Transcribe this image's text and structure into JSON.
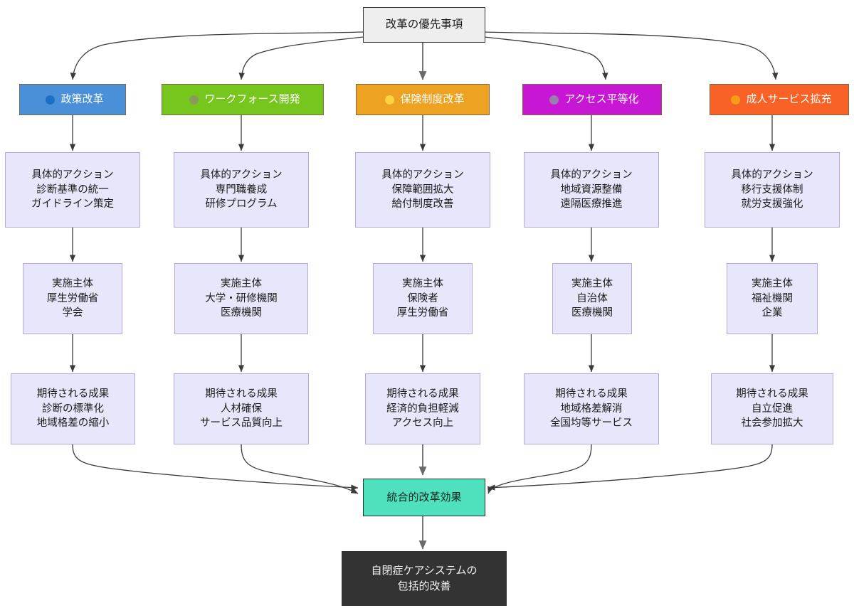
{
  "diagram": {
    "title": "改革の優先事項",
    "root": {
      "label": "改革の優先事項"
    },
    "categories": [
      {
        "id": "policy",
        "label": "政策改革",
        "color": "#4a90d9",
        "bullet_color": "#1b6fc4"
      },
      {
        "id": "workforce",
        "label": "ワークフォース開発",
        "color": "#76c61d",
        "bullet_color": "#8a9a5a"
      },
      {
        "id": "insurance",
        "label": "保険制度改革",
        "color": "#eda222",
        "bullet_color": "#ffd23f"
      },
      {
        "id": "access",
        "label": "アクセス平等化",
        "color": "#c717d4",
        "bullet_color": "#9a7fae"
      },
      {
        "id": "adult",
        "label": "成人サービス拡充",
        "color": "#f96226",
        "bullet_color": "#f99c16"
      }
    ],
    "columns": [
      {
        "action": "具体的アクション\n診断基準の統一\nガイドライン策定",
        "actor": "実施主体\n厚生労働省\n学会",
        "outcome": "期待される成果\n診断の標準化\n地域格差の縮小"
      },
      {
        "action": "具体的アクション\n専門職養成\n研修プログラム",
        "actor": "実施主体\n大学・研修機関\n医療機関",
        "outcome": "期待される成果\n人材確保\nサービス品質向上"
      },
      {
        "action": "具体的アクション\n保障範囲拡大\n給付制度改善",
        "actor": "実施主体\n保険者\n厚生労働省",
        "outcome": "期待される成果\n経済的負担軽減\nアクセス向上"
      },
      {
        "action": "具体的アクション\n地域資源整備\n遠隔医療推進",
        "actor": "実施主体\n自治体\n医療機関",
        "outcome": "期待される成果\n地域格差解消\n全国均等サービス"
      },
      {
        "action": "具体的アクション\n移行支援体制\n就労支援強化",
        "actor": "実施主体\n福祉機関\n企業",
        "outcome": "期待される成果\n自立促進\n社会参加拡大"
      }
    ],
    "summary": {
      "label": "統合的改革効果"
    },
    "final": {
      "label": "自閉症ケアシステムの\n包括的改善"
    },
    "palette": {
      "step_fill": "#e8e6fa",
      "step_border": "#b9a8e0",
      "root_fill": "#eeeeee",
      "summary_fill": "#4fe0bd",
      "final_fill": "#333333",
      "edge": "#3b3b3b"
    }
  }
}
